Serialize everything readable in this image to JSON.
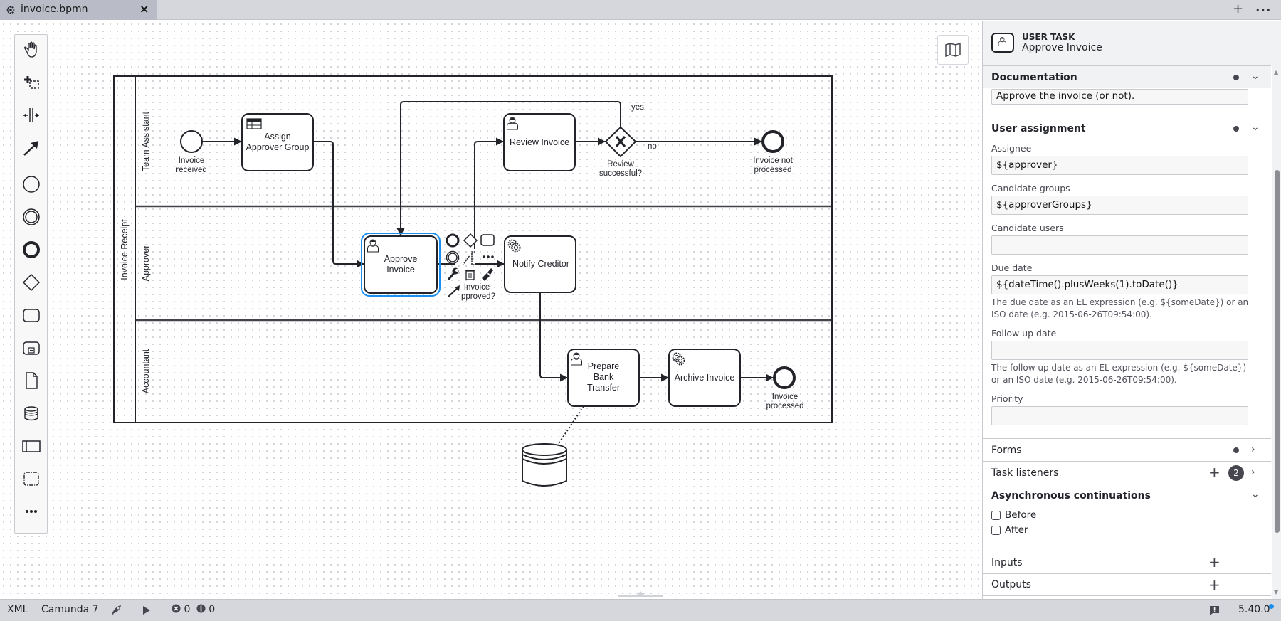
{
  "tab": {
    "title": "invoice.bpmn",
    "close": "×",
    "icon": "gear-icon"
  },
  "tabbar_actions": {
    "add": "+",
    "more": "•••"
  },
  "toolbar": {
    "tools": [
      {
        "name": "hand-tool",
        "icon": "hand-icon"
      },
      {
        "name": "lasso-tool",
        "icon": "lasso-icon"
      },
      {
        "name": "space-tool",
        "icon": "space-icon"
      },
      {
        "name": "connect-tool",
        "icon": "arrow-icon"
      },
      {
        "name": "create-start-event",
        "icon": "start-event-icon"
      },
      {
        "name": "create-intermediate-event",
        "icon": "intermediate-event-icon"
      },
      {
        "name": "create-end-event",
        "icon": "end-event-icon"
      },
      {
        "name": "create-gateway",
        "icon": "gateway-icon"
      },
      {
        "name": "create-task",
        "icon": "task-icon"
      },
      {
        "name": "create-subprocess",
        "icon": "subprocess-icon"
      },
      {
        "name": "create-data-object",
        "icon": "data-object-icon"
      },
      {
        "name": "create-data-store",
        "icon": "data-store-icon"
      },
      {
        "name": "create-pool",
        "icon": "pool-icon"
      },
      {
        "name": "create-group",
        "icon": "group-icon"
      },
      {
        "name": "more-tools",
        "icon": "more-icon"
      }
    ]
  },
  "diagram": {
    "pool": "Invoice Receipt",
    "lanes": [
      "Team Assistant",
      "Approver",
      "Accountant"
    ],
    "events": {
      "start": [
        "Invoice",
        "received"
      ],
      "end_not_processed": [
        "Invoice not",
        "processed"
      ],
      "end_processed": [
        "Invoice",
        "processed"
      ]
    },
    "tasks": {
      "assign": [
        "Assign",
        "Approver Group"
      ],
      "review": [
        "Review Invoice"
      ],
      "approve": [
        "Approve",
        "Invoice"
      ],
      "notify": [
        "Notify Creditor"
      ],
      "prepare": [
        "Prepare",
        "Bank",
        "Transfer"
      ],
      "archive": [
        "Archive Invoice"
      ]
    },
    "gateway": [
      "Review",
      "successful?"
    ],
    "flow_labels": {
      "yes": "yes",
      "no": "no"
    },
    "hidden_gateway_label": [
      "Invoice",
      "pproved?"
    ],
    "selected": "Approve Invoice",
    "selection_color": "#1a8ff0"
  },
  "panel": {
    "type": "USER TASK",
    "name": "Approve Invoice",
    "documentation": {
      "title": "Documentation",
      "value": "Approve the invoice (or not)."
    },
    "user_assignment": {
      "title": "User assignment",
      "fields": [
        {
          "label": "Assignee",
          "value": "${approver}"
        },
        {
          "label": "Candidate groups",
          "value": "${approverGroups}"
        },
        {
          "label": "Candidate users",
          "value": ""
        },
        {
          "label": "Due date",
          "value": "${dateTime().plusWeeks(1).toDate()}",
          "description": "The due date as an EL expression (e.g. ${someDate}) or an ISO date (e.g. 2015-06-26T09:54:00)."
        },
        {
          "label": "Follow up date",
          "value": "",
          "description": "The follow up date as an EL expression (e.g. ${someDate}) or an ISO date (e.g. 2015-06-26T09:54:00)."
        },
        {
          "label": "Priority",
          "value": ""
        }
      ]
    },
    "forms": {
      "title": "Forms"
    },
    "task_listeners": {
      "title": "Task listeners",
      "count": "2"
    },
    "async": {
      "title": "Asynchronous continuations",
      "before": "Before",
      "after": "After"
    },
    "inputs": {
      "title": "Inputs"
    },
    "outputs": {
      "title": "Outputs"
    }
  },
  "statusbar": {
    "xml": "XML",
    "platform": "Camunda 7",
    "errors": "0",
    "warnings": "0",
    "version": "5.40.0",
    "version_dot_color": "#1a8ff0"
  }
}
